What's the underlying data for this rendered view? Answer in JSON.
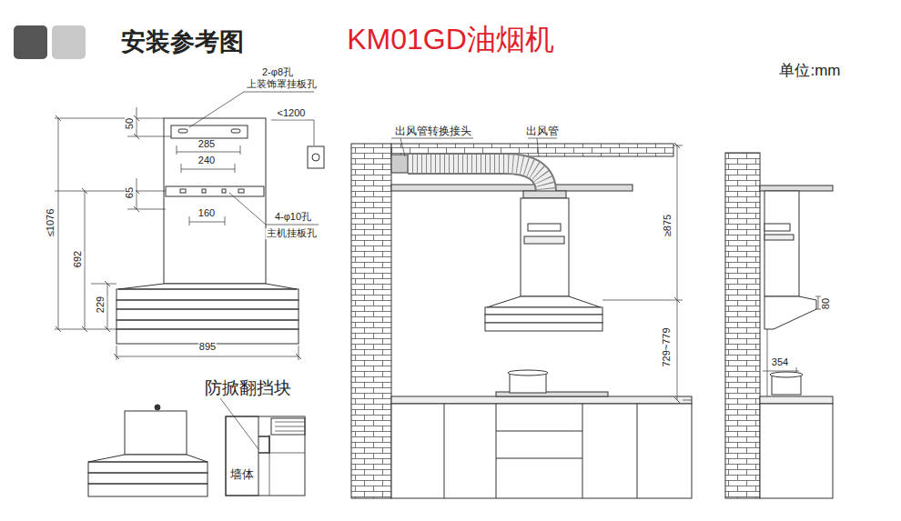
{
  "diagram": {
    "title": "安装参考图",
    "labels": [
      "KM01GD油烟机",
      "单位:mm",
      "2-φ8孔",
      "上装饰罩挂板孔",
      "<1200",
      "50",
      "285",
      "240",
      "65",
      "160",
      "4-φ10孔",
      "主机挂板孔",
      "≤1076",
      "692",
      "229",
      "895",
      "防掀翻挡块",
      "墙体",
      "出风管转换接头",
      "出风管",
      "≥875",
      "729~779",
      "80",
      "354"
    ]
  }
}
